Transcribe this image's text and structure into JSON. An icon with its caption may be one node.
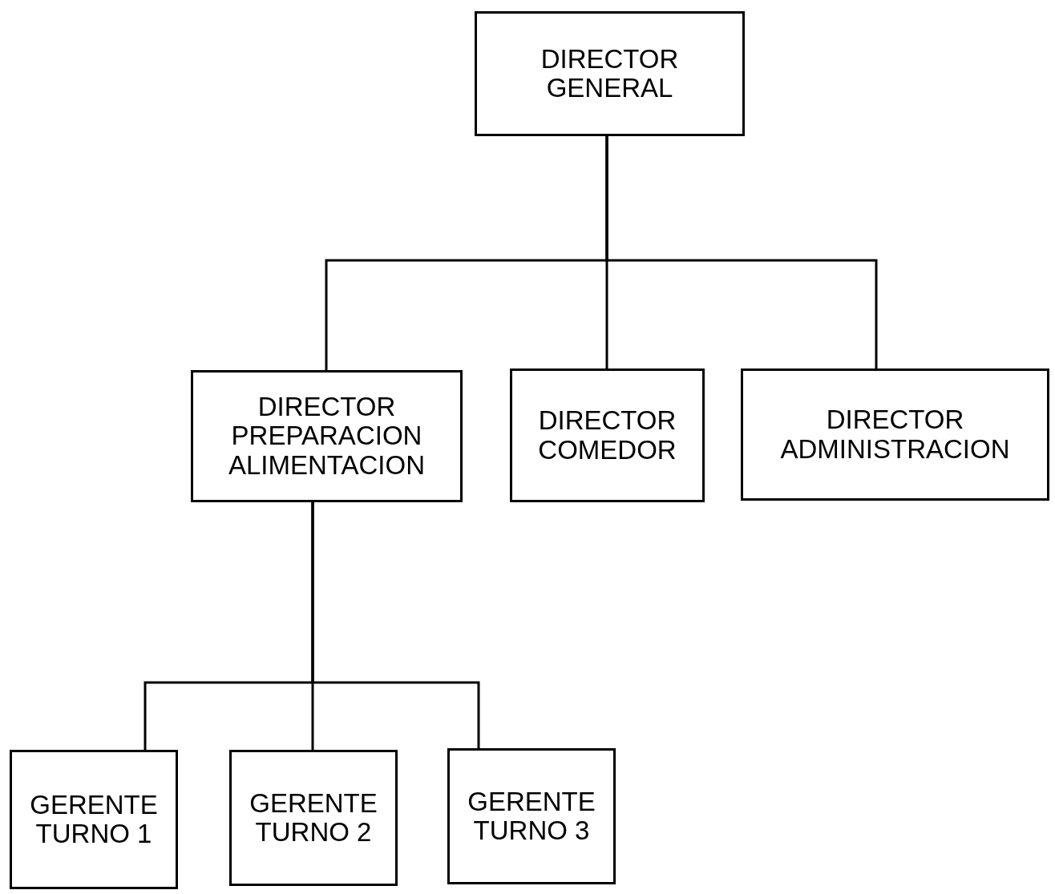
{
  "diagram": {
    "nodes": [
      {
        "text": [
          "DIRECTOR GENERAL"
        ]
      },
      {
        "text": [
          "DIRECTOR PREPARACION ALIMENTACION"
        ]
      },
      {
        "text": [
          "DIRECTOR COMEDOR"
        ]
      },
      {
        "text": [
          "DIRECTOR ADMINISTRACION"
        ]
      },
      {
        "text": [
          "GERENTE TURNO 1"
        ]
      },
      {
        "text": [
          "GERENTE TURNO 2"
        ]
      },
      {
        "text": [
          "GERENTE TURNO 3"
        ]
      }
    ],
    "edges": [
      {
        "from": 0,
        "to": 1,
        "arrow": "none"
      },
      {
        "from": 0,
        "to": 2,
        "arrow": "none"
      },
      {
        "from": 0,
        "to": 3,
        "arrow": "none"
      },
      {
        "from": 1,
        "to": 4,
        "arrow": "none"
      },
      {
        "from": 1,
        "to": 5,
        "arrow": "none"
      },
      {
        "from": 1,
        "to": 6,
        "arrow": "none"
      }
    ]
  }
}
